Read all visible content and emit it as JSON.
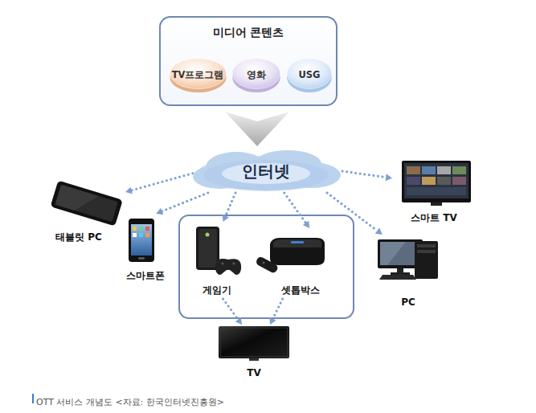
{
  "diagram": {
    "caption": "OTT 서비스 개념도 <자료: 한국인터넷진흥원>",
    "nodes": [
      {
        "text": [
          "미디어 콘텐츠"
        ]
      },
      {
        "text": [
          "TV프로그램"
        ],
        "in": 0
      },
      {
        "text": [
          "영화"
        ],
        "in": 0
      },
      {
        "text": [
          "USG"
        ],
        "in": 0
      },
      {
        "text": [
          "인터넷"
        ]
      },
      {
        "text": [
          "태블릿 PC"
        ]
      },
      {
        "text": [
          "스마트폰"
        ]
      },
      {
        "text": [
          "게임기"
        ]
      },
      {
        "text": [
          "셋톱박스"
        ]
      },
      {
        "text": [
          "스마트 TV"
        ]
      },
      {
        "text": [
          "PC"
        ]
      },
      {
        "text": [
          "TV"
        ]
      }
    ],
    "edges": [
      {
        "from": 0,
        "to": 4,
        "arrow": "to"
      },
      {
        "from": 4,
        "to": 5,
        "arrow": "to"
      },
      {
        "from": 4,
        "to": 6,
        "arrow": "to"
      },
      {
        "from": 4,
        "to": 7,
        "arrow": "to"
      },
      {
        "from": 4,
        "to": 8,
        "arrow": "to"
      },
      {
        "from": 4,
        "to": 9,
        "arrow": "to"
      },
      {
        "from": 4,
        "to": 10,
        "arrow": "to"
      },
      {
        "from": 7,
        "to": 11,
        "arrow": "to"
      },
      {
        "from": 8,
        "to": 11,
        "arrow": "to"
      }
    ]
  }
}
